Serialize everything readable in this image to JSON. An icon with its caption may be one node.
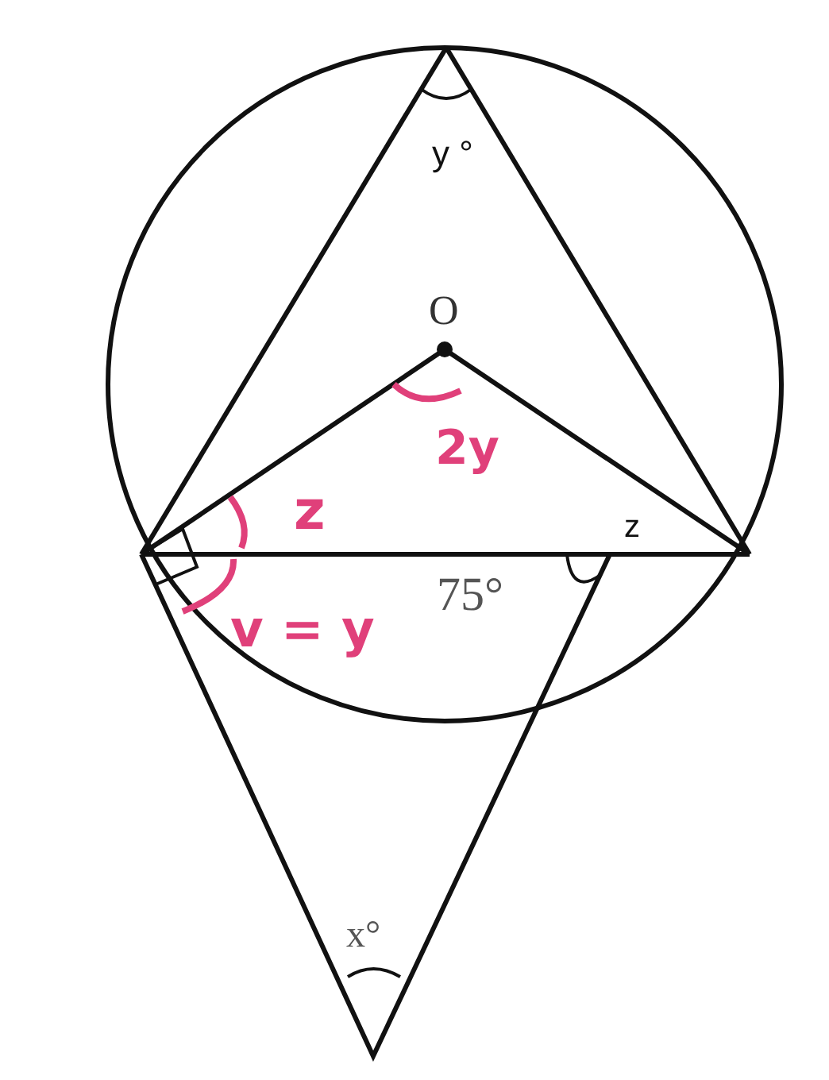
{
  "diagram": {
    "labels": [
      "y °",
      "O",
      "2y",
      "z",
      "z",
      "75°",
      "v = y",
      "x°"
    ]
  }
}
